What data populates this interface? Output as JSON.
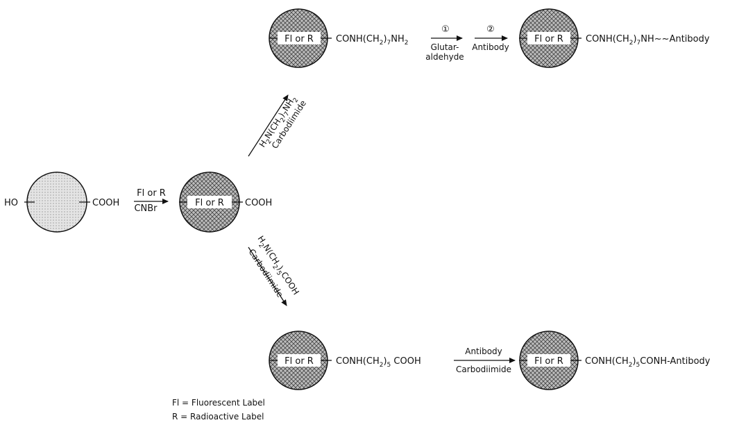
{
  "colors": {
    "ink": "#111111",
    "bead_fill": "#bdbdbd",
    "bead_hatch": "#444444",
    "background": "#ffffff"
  },
  "beads": {
    "start": {
      "left": "HO",
      "right": "COOH"
    },
    "activated": {
      "inner": "Fl or R",
      "right": "COOH"
    },
    "amine": {
      "inner": "Fl or R",
      "right_parts": [
        "CONH(CH",
        "2",
        ")",
        "7",
        "NH",
        "2"
      ]
    },
    "amine_antibody": {
      "inner": "Fl or R",
      "right_parts": [
        "CONH(CH",
        "2",
        ")",
        "7",
        "NH",
        "~~",
        "Antibody"
      ]
    },
    "acid": {
      "inner": "Fl or R",
      "right_parts": [
        "CONH(CH",
        "2",
        ")",
        "5",
        " COOH"
      ]
    },
    "acid_antibody": {
      "inner": "Fl or R",
      "right_parts": [
        "CONH(CH",
        "2",
        ")",
        "5",
        "CONH-Antibody"
      ]
    }
  },
  "arrows": {
    "labeling": {
      "above": "Fl or R",
      "below": "CNBr"
    },
    "glutaraldehyde": {
      "step": "①",
      "below_1": "Glutar-",
      "below_2": "aldehyde"
    },
    "antibody_step2": {
      "step": "②",
      "below": "Antibody"
    },
    "heptyl": {
      "reagent_parts": [
        "H",
        "2",
        "N(CH",
        "2",
        ")",
        "7",
        "NH",
        "2"
      ],
      "below": "Carbodiimide"
    },
    "pentyl": {
      "reagent_parts": [
        "H",
        "2",
        "N(CH",
        "2",
        ")",
        "5",
        "COOH"
      ],
      "below": "Carbodiimide"
    },
    "antibody_carbodiimide": {
      "above": "Antibody",
      "below": "Carbodiimide"
    }
  },
  "legend": [
    "Fl = Fluorescent Label",
    "R = Radioactive Label"
  ]
}
